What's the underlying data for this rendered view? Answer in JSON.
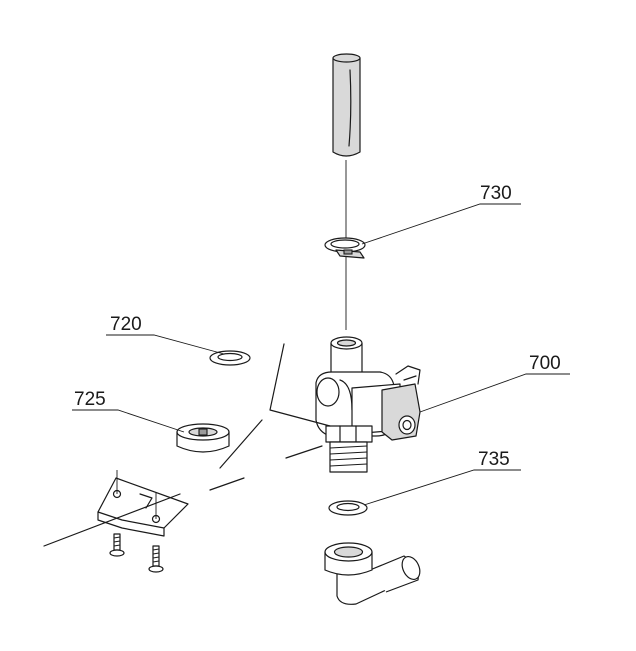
{
  "parts": [
    {
      "id": "p730",
      "number": "730"
    },
    {
      "id": "p720",
      "number": "720"
    },
    {
      "id": "p700",
      "number": "700"
    },
    {
      "id": "p725",
      "number": "725"
    },
    {
      "id": "p735",
      "number": "735"
    }
  ]
}
